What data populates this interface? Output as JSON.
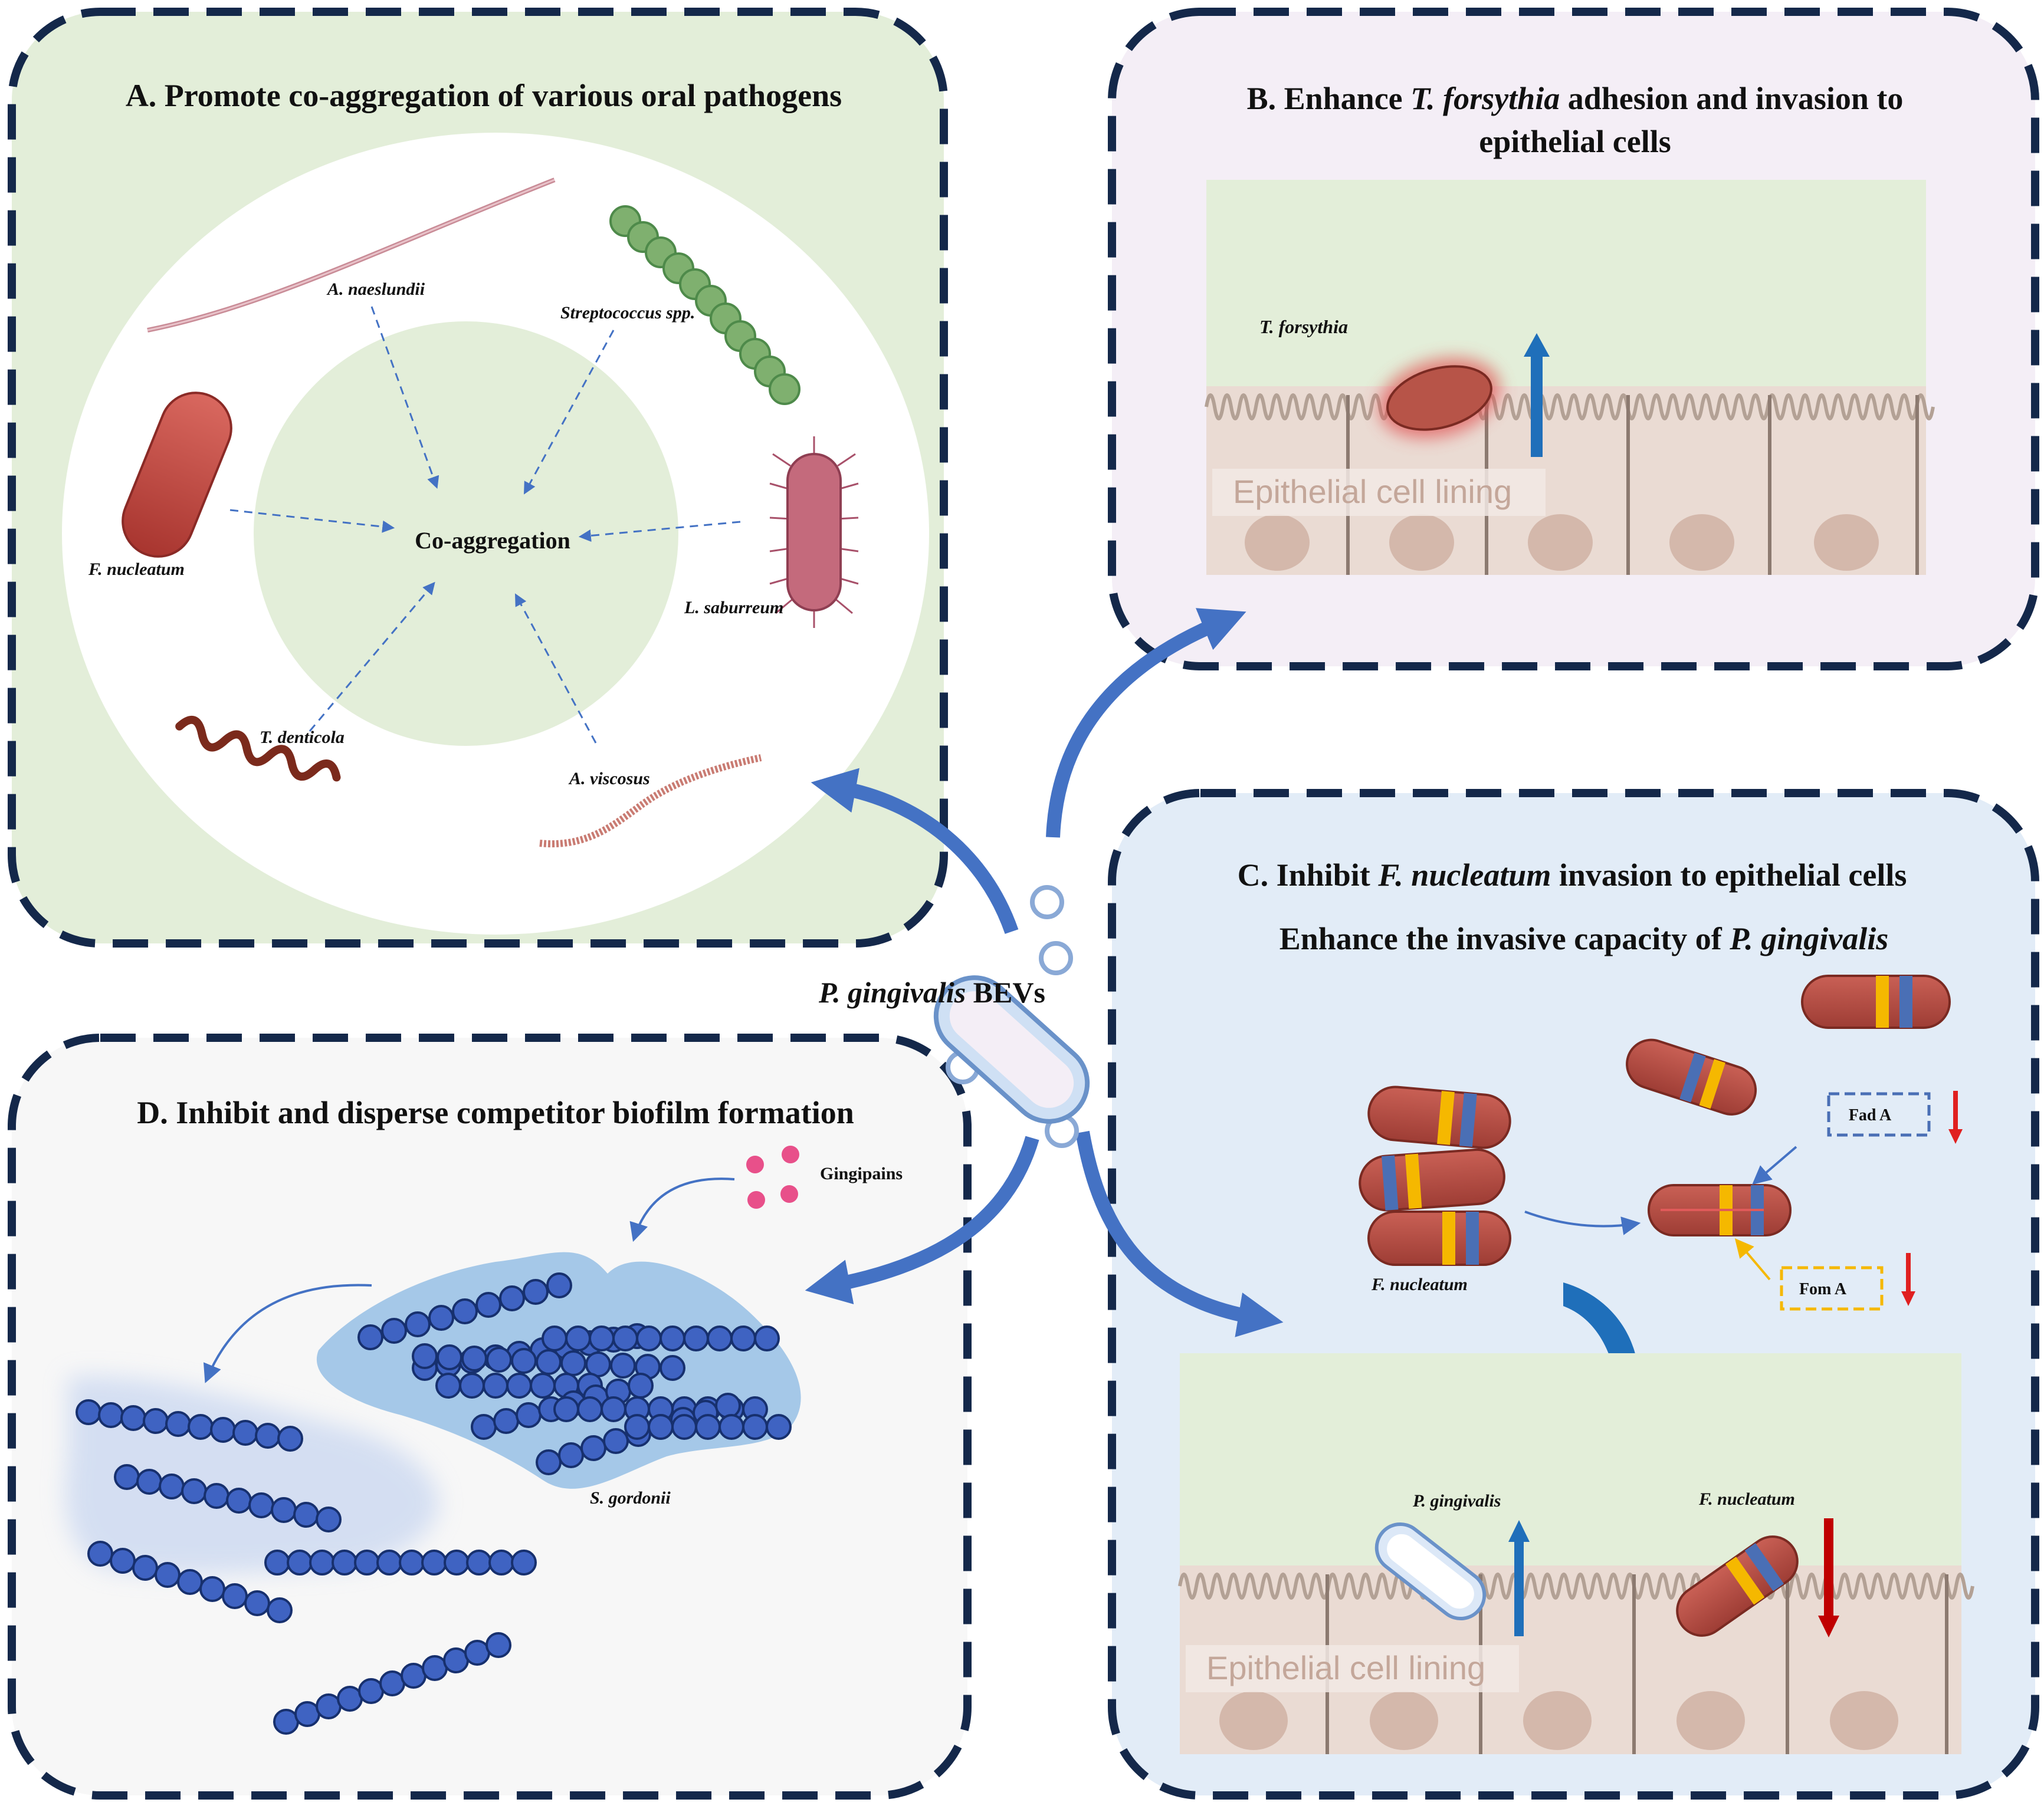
{
  "center": {
    "label_italic": "P. gingivalis",
    "label_rest": " BEVs"
  },
  "panel_a": {
    "title": "A. Promote co-aggregation of various oral pathogens",
    "center_label": "Co-aggregation",
    "organisms": {
      "a_naeslundii": "A. naeslundii",
      "streptococcus": "Streptococcus spp.",
      "f_nucleatum": "F. nucleatum",
      "l_saburreum": "L. saburreum",
      "t_denticola": "T. denticola",
      "a_viscosus": "A. viscosus"
    }
  },
  "panel_b": {
    "title_pre": "B. Enhance ",
    "title_italic": "T. forsythia",
    "title_post": " adhesion and invasion to",
    "title_line2": "epithelial cells",
    "organism_label": "T. forsythia",
    "lining_label": "Epithelial cell lining"
  },
  "panel_c": {
    "title1_pre": "C. Inhibit ",
    "title1_italic": "F. nucleatum",
    "title1_post": " invasion to epithelial cells",
    "title2_pre": "Enhance the invasive capacity of ",
    "title2_italic": "P. gingivalis",
    "fn_label": "F. nucleatum",
    "fad_label": "Fad A",
    "fom_label": "Fom A",
    "pg_label": "P. gingivalis",
    "fn_label_bottom": "F. nucleatum",
    "lining_label": "Epithelial cell lining"
  },
  "panel_d": {
    "title": "D. Inhibit and disperse competitor biofilm formation",
    "gingipains_label": "Gingipains",
    "organism_label": "S. gordonii"
  },
  "colors": {
    "frame": "#14284a",
    "panel_a_bg": "#e3eed9",
    "panel_b_bg": "#f4eef6",
    "panel_c_bg": "#e2ecf7",
    "panel_d_bg": "#f7f7f7",
    "arrow_blue": "#4472c4",
    "up_arrow": "#1f6fba",
    "down_arrow_red": "#c00000",
    "fad_box": "#4a6fb5",
    "fom_box": "#f5b800"
  }
}
